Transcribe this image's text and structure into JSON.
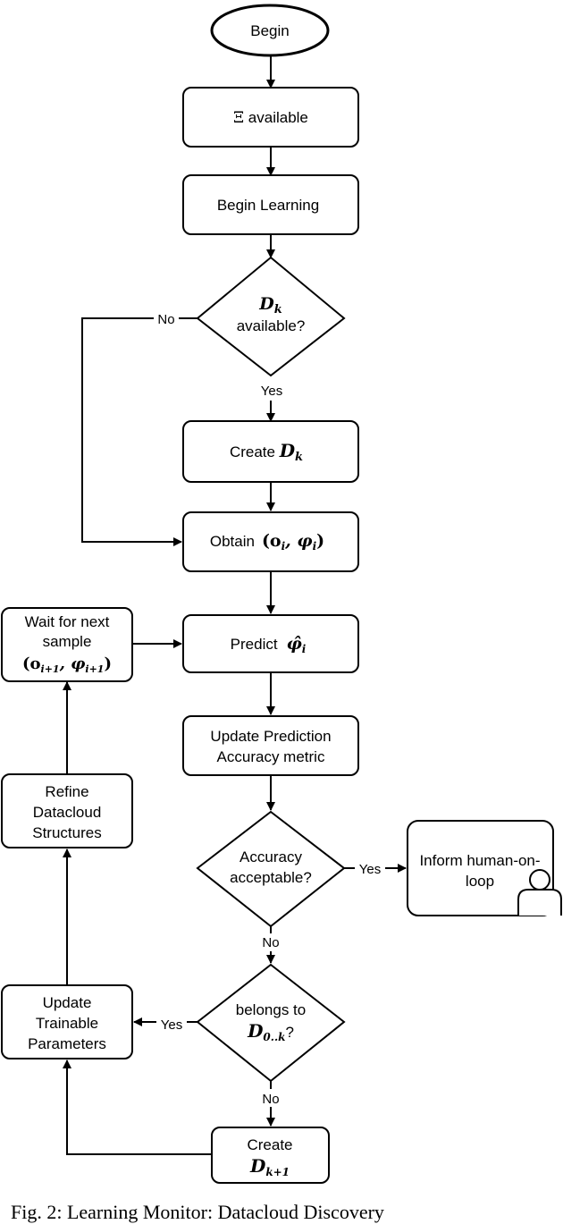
{
  "nodes": {
    "begin": "Begin",
    "xi_available": {
      "symbol": "Ξ",
      "text": " available"
    },
    "begin_learning": "Begin Learning",
    "dk_available": {
      "math": "D",
      "sub": "k",
      "text": "available?"
    },
    "create_dk": {
      "text": "Create ",
      "math": "D",
      "sub": "k"
    },
    "obtain": {
      "text": "Obtain",
      "math": "(o",
      "sub_i": "i",
      "sep": ", φ",
      "sub_i2": "i",
      "close": ")"
    },
    "wait": {
      "line1": "Wait for next",
      "line2": "sample",
      "math": "(o",
      "sub1": "i+1",
      "sep": ", φ",
      "sub2": "i+1",
      "close": ")"
    },
    "predict": {
      "text": "Predict",
      "math": "φ̂",
      "sub": "i"
    },
    "update_pred": {
      "line1": "Update Prediction",
      "line2": "Accuracy metric"
    },
    "refine": {
      "line1": "Refine",
      "line2": "Datacloud",
      "line3": "Structures"
    },
    "accuracy": {
      "line1": "Accuracy",
      "line2": "acceptable?"
    },
    "inform": {
      "line1": "Inform human-on-",
      "line2": "loop"
    },
    "belongs": {
      "line1": "belongs to",
      "math": "D",
      "sub": "0..k",
      "q": "?"
    },
    "update_train": {
      "line1": "Update",
      "line2": "Trainable",
      "line3": "Parameters"
    },
    "create_dk1": {
      "line1": "Create",
      "math": "D",
      "sub": "k+1"
    }
  },
  "edges": {
    "no1": "No",
    "yes1": "Yes",
    "yes2": "Yes",
    "no2": "No",
    "yes3": "Yes",
    "no3": "No"
  },
  "icons": {
    "person": "person-icon"
  },
  "caption": "Fig. 2: Learning Monitor: Datacloud Discovery"
}
